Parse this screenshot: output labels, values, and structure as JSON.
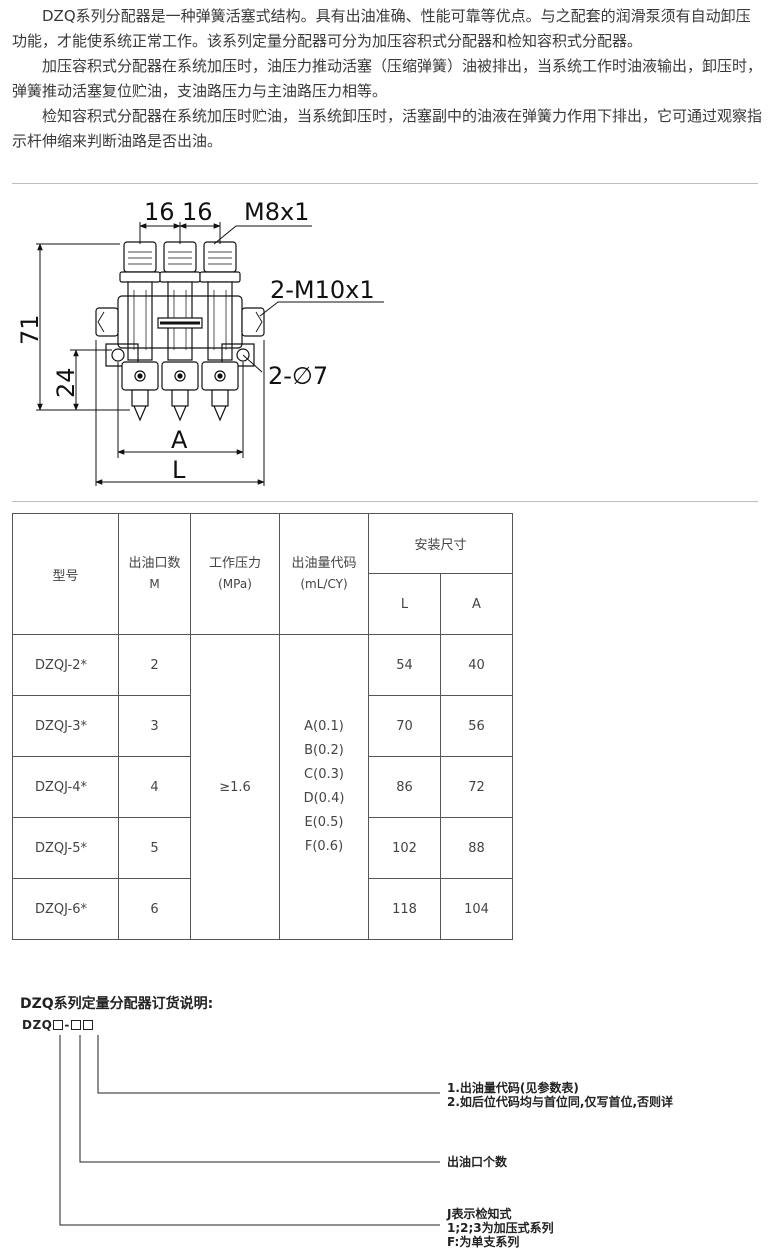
{
  "intro": {
    "p1": "DZQ系列分配器是一种弹簧活塞式结构。具有出油准确、性能可靠等优点。与之配套的润滑泵须有自动卸压功能，才能使系统正常工作。该系列定量分配器可分为加压容积式分配器和检知容积式分配器。",
    "p2": "加压容积式分配器在系统加压时，油压力推动活塞（压缩弹簧）油被排出，当系统工作时油液输出，卸压时，弹簧推动活塞复位贮油，支油路压力与主油路压力相等。",
    "p3": "检知容积式分配器在系统加压时贮油，当系统卸压时，活塞副中的油液在弹簧力作用下排出，它可通过观察指示杆伸缩来判断油路是否出油。"
  },
  "drawing": {
    "dim_16a": "16",
    "dim_16b": "16",
    "label_m8": "M8x1",
    "label_m10": "2-M10x1",
    "label_hole": "2-∅7",
    "dim_71": "71",
    "dim_24": "24",
    "dim_a": "A",
    "dim_l": "L"
  },
  "table": {
    "headers": {
      "model": "型号",
      "outlets": "出油口数",
      "outlets_unit": "M",
      "pressure": "工作压力",
      "pressure_unit": "(MPa)",
      "code": "出油量代码",
      "code_unit": "(mL/CY)",
      "install": "安装尺寸",
      "col_l": "L",
      "col_a": "A"
    },
    "rows": [
      {
        "model": "DZQJ-2*",
        "outlets": "2",
        "l": "54",
        "a": "40"
      },
      {
        "model": "DZQJ-3*",
        "outlets": "3",
        "l": "70",
        "a": "56"
      },
      {
        "model": "DZQJ-4*",
        "outlets": "4",
        "l": "86",
        "a": "72"
      },
      {
        "model": "DZQJ-5*",
        "outlets": "5",
        "l": "102",
        "a": "88"
      },
      {
        "model": "DZQJ-6*",
        "outlets": "6",
        "l": "118",
        "a": "104"
      }
    ],
    "pressure_value": "≥1.6",
    "codes": [
      "A(0.1)",
      "B(0.2)",
      "C(0.3)",
      "D(0.4)",
      "E(0.5)",
      "F(0.6)"
    ]
  },
  "order": {
    "title": "DZQ系列定量分配器订货说明:",
    "code_prefix": "DZQ",
    "code_dash": "-",
    "note1_line1": "1.出油量代码(见参数表)",
    "note1_line2": "2.如后位代码均与首位同,仅写首位,否则详",
    "note2": "出油口个数",
    "note3_line1": "J表示检知式",
    "note3_line2": "1;2;3为加压式系列",
    "note3_line3": "F:为单支系列"
  }
}
